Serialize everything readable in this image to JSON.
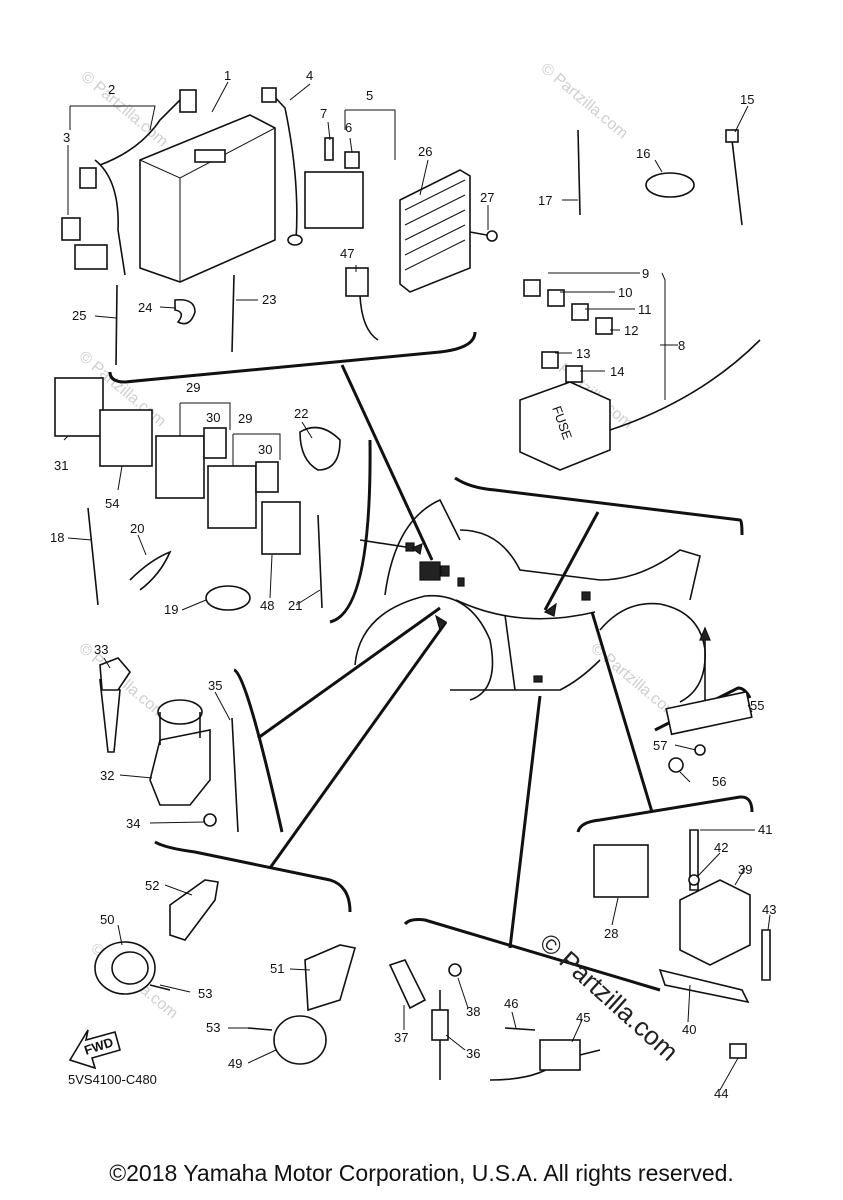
{
  "diagram_code": "5VS4100-C480",
  "fwd_label": "FWD",
  "fuse_label": "FUSE",
  "watermark": "© Partzilla.com",
  "copyright": "©2018 Yamaha Motor Corporation, U.S.A. All rights reserved.",
  "part_numbers": {
    "p1": "1",
    "p2": "2",
    "p3": "3",
    "p4": "4",
    "p5": "5",
    "p6": "6",
    "p7": "7",
    "p8": "8",
    "p9": "9",
    "p10": "10",
    "p11": "11",
    "p12": "12",
    "p13": "13",
    "p14": "14",
    "p15": "15",
    "p16": "16",
    "p17": "17",
    "p18": "18",
    "p19": "19",
    "p20": "20",
    "p21": "21",
    "p22": "22",
    "p23": "23",
    "p24": "24",
    "p25": "25",
    "p26": "26",
    "p27": "27",
    "p28": "28",
    "p29a": "29",
    "p29b": "29",
    "p30a": "30",
    "p30b": "30",
    "p31": "31",
    "p32": "32",
    "p33": "33",
    "p34": "34",
    "p35": "35",
    "p36": "36",
    "p37": "37",
    "p38": "38",
    "p39": "39",
    "p40": "40",
    "p41": "41",
    "p42": "42",
    "p43": "43",
    "p44": "44",
    "p45": "45",
    "p46": "46",
    "p47": "47",
    "p48": "48",
    "p49": "49",
    "p50": "50",
    "p51": "51",
    "p52": "52",
    "p53a": "53",
    "p53b": "53",
    "p54": "54",
    "p55": "55",
    "p56": "56",
    "p57": "57"
  }
}
